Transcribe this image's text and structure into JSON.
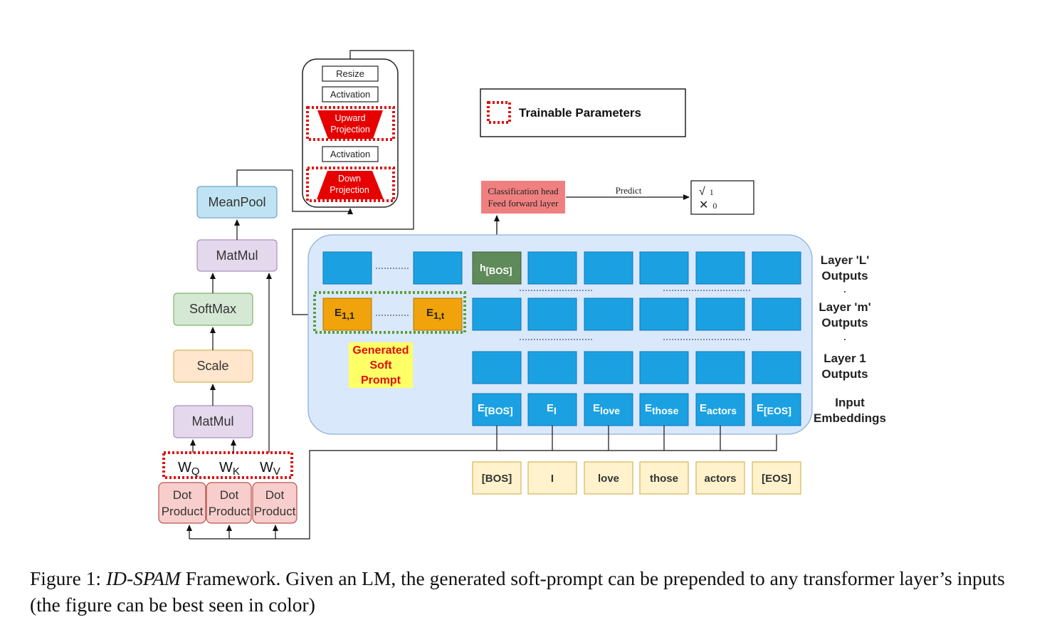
{
  "legend": {
    "label": "Trainable Parameters"
  },
  "adapter": {
    "resize": "Resize",
    "activation_top": "Activation",
    "upward_projection": [
      "Upward",
      "Projection"
    ],
    "activation_bottom": "Activation",
    "down_projection": [
      "Down",
      "Projection"
    ]
  },
  "attention": {
    "meanpool": "MeanPool",
    "matmul_top": "MatMul",
    "softmax": "SoftMax",
    "scale": "Scale",
    "matmul_bottom": "MatMul",
    "weights": [
      {
        "base": "W",
        "sub": "Q"
      },
      {
        "base": "W",
        "sub": "K"
      },
      {
        "base": "W",
        "sub": "V"
      }
    ],
    "dot_products": [
      [
        "Dot",
        "Product"
      ],
      [
        "Dot",
        "Product"
      ],
      [
        "Dot",
        "Product"
      ]
    ]
  },
  "classifier": {
    "head": [
      "Classification head",
      "Feed forward layer"
    ],
    "predict_label": "Predict",
    "outputs": [
      {
        "symbol": "√",
        "value": "1"
      },
      {
        "symbol": "✕",
        "value": "0"
      }
    ]
  },
  "transformer": {
    "bos_hidden": {
      "base": "h",
      "sub": "[BOS]"
    },
    "soft_prompt_tokens": [
      {
        "base": "E",
        "sub": "1,1"
      },
      {
        "base": "E",
        "sub": "1,t"
      }
    ],
    "generated_soft_prompt": [
      "Generated",
      "Soft",
      "Prompt"
    ],
    "layer_labels": [
      [
        "Layer 'L'",
        "Outputs"
      ],
      [
        "Layer 'm'",
        "Outputs"
      ],
      [
        "Layer 1",
        "Outputs"
      ],
      [
        "Input",
        "Embeddings"
      ]
    ],
    "embeddings": [
      {
        "base": "E",
        "sub": "[BOS]"
      },
      {
        "base": "E",
        "sub": "I"
      },
      {
        "base": "E",
        "sub": "love"
      },
      {
        "base": "E",
        "sub": "those"
      },
      {
        "base": "E",
        "sub": "actors"
      },
      {
        "base": "E",
        "sub": "[EOS]"
      }
    ]
  },
  "input_tokens": [
    "[BOS]",
    "I",
    "love",
    "those",
    "actors",
    "[EOS]"
  ],
  "caption": {
    "prefix": "Figure 1: ",
    "name": "ID-SPAM",
    "text": " Framework. Given an LM, the generated soft-prompt can be prepended to any transformer layer’s inputs (the figure can be best seen in color)"
  }
}
